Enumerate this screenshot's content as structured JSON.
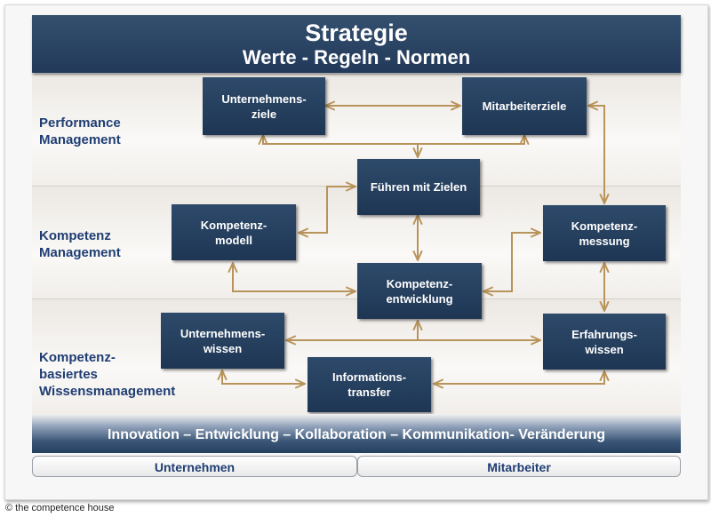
{
  "header": {
    "title": "Strategie",
    "subtitle": "Werte - Regeln - Normen"
  },
  "bands": [
    {
      "label": "Performance\nManagement"
    },
    {
      "label": "Kompetenz\nManagement"
    },
    {
      "label": "Kompetenz-\nbasiertes\nWissensmanagement"
    }
  ],
  "boxes": {
    "unternehmensziele": "Unternehmens-\nziele",
    "mitarbeiterziele": "Mitarbeiterziele",
    "fuehren": "Führen mit Zielen",
    "kompetenzmodell": "Kompetenz-\nmodell",
    "kompetenzmessung": "Kompetenz-\nmessung",
    "kompetenzentwicklung": "Kompetenz-\nentwicklung",
    "unternehmenswissen": "Unternehmens-\nwissen",
    "erfahrungswissen": "Erfahrungs-\nwissen",
    "informationstransfer": "Informations-\ntransfer"
  },
  "bottom_bar": "Innovation – Entwicklung – Kollaboration – Kommunikation- Veränderung",
  "tabs": {
    "left": "Unternehmen",
    "right": "Mitarbeiter"
  },
  "footer": "© the competence house",
  "colors": {
    "box": "#24405f",
    "arrow": "#b8935a",
    "label": "#1f3d73"
  }
}
